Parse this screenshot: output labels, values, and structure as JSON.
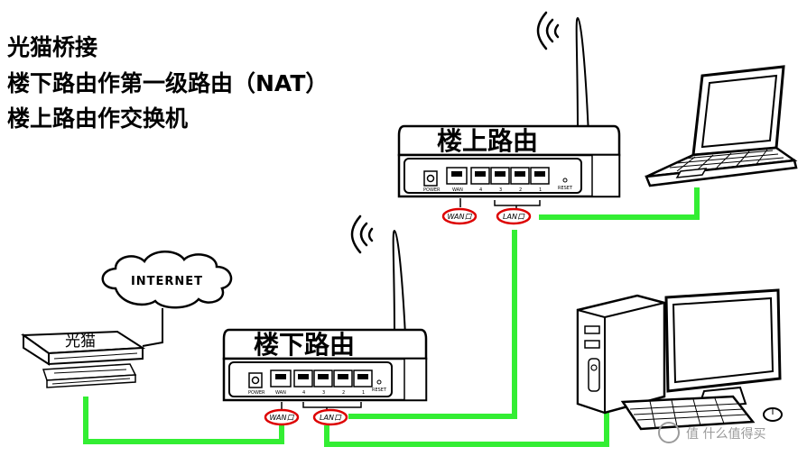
{
  "title_lines": [
    "光猫桥接",
    "楼下路由作第一级路由（NAT）",
    "楼上路由作交换机"
  ],
  "upstairs_router": {
    "label": "楼上路由",
    "wan_tag": "WAN口",
    "lan_tag": "LAN口",
    "power_text": "POWER",
    "wan_text": "WAN",
    "reset_text": "RESET",
    "port_numbers": [
      "4",
      "3",
      "2",
      "1"
    ]
  },
  "downstairs_router": {
    "label": "楼下路由",
    "wan_tag": "WAN口",
    "lan_tag": "LAN口",
    "power_text": "POWER",
    "wan_text": "WAN",
    "reset_text": "RESET",
    "port_numbers": [
      "4",
      "3",
      "2",
      "1"
    ]
  },
  "internet_cloud_label": "INTERNET",
  "modem_label": "光猫",
  "watermark": "值 什么值得买",
  "colors": {
    "cable": "#33ee33",
    "tag_ring": "#dd0000",
    "line": "#000000",
    "background": "#ffffff"
  },
  "icons": [
    "internet-cloud-icon",
    "modem-icon",
    "router-icon",
    "laptop-icon",
    "desktop-computer-icon",
    "wifi-signal-icon"
  ]
}
